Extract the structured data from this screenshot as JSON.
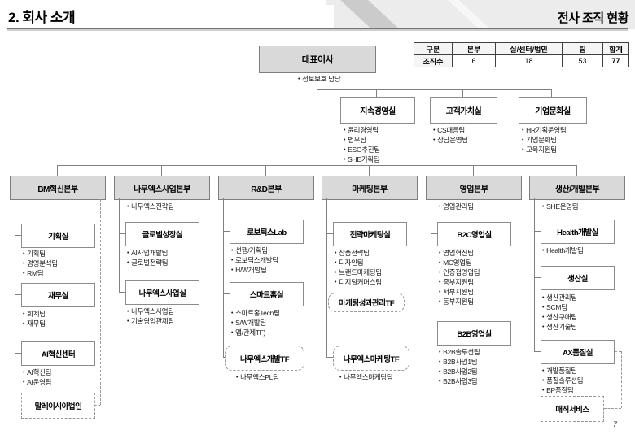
{
  "slide": {
    "section_title": "2. 회사 소개",
    "page_title": "전사 조직 현황",
    "page_number": "7"
  },
  "summary_table": {
    "headers": [
      "구분",
      "본부",
      "실/센터/법인",
      "팀",
      "합계"
    ],
    "row_label": "조직수",
    "values": [
      "6",
      "18",
      "53",
      "77"
    ]
  },
  "ceo": {
    "label": "대표이사",
    "note": "정보보호 담당"
  },
  "staff_offices": [
    {
      "label": "지속경영실",
      "teams": [
        "윤리경영팀",
        "법무팀",
        "ESG추진팀",
        "SHE기획팀"
      ]
    },
    {
      "label": "고객가치실",
      "teams": [
        "CS대응팀",
        "상담운영팀"
      ]
    },
    {
      "label": "기업문화실",
      "teams": [
        "HR기획운영팀",
        "기업문화팀",
        "교육지원팀"
      ]
    }
  ],
  "divisions": [
    {
      "label": "BM혁신본부",
      "units": [
        {
          "label": "기획실",
          "teams": [
            "기획팀",
            "경영분석팀",
            "RM팀"
          ]
        },
        {
          "label": "재무실",
          "teams": [
            "회계팀",
            "재무팀"
          ]
        },
        {
          "label": "AI혁신센터",
          "teams": [
            "AI혁신팀",
            "AI운영팀"
          ]
        },
        {
          "label": "말레이시아법인",
          "teams": []
        }
      ]
    },
    {
      "label": "나무엑스사업본부",
      "note": "나무엑스전략팀",
      "units": [
        {
          "label": "글로벌성장실",
          "teams": [
            "AI사업개발팀",
            "글로벌전략팀"
          ]
        },
        {
          "label": "나무엑스사업실",
          "teams": [
            "나무엑스사업팀",
            "기술영업관제팀"
          ]
        }
      ]
    },
    {
      "label": "R&D본부",
      "units": [
        {
          "label": "로보틱스Lab",
          "teams": [
            "선행/기획팀",
            "로보틱스개발팀",
            "H/W개발팀"
          ]
        },
        {
          "label": "스마트홈실",
          "teams": [
            "스마트홈Tech팀",
            "S/W개발팀",
            "앱/관제TF)"
          ]
        },
        {
          "label": "나무엑스개발TF",
          "teams": [
            "나무엑스PL팀"
          ]
        }
      ]
    },
    {
      "label": "마케팅본부",
      "units": [
        {
          "label": "전략마케팅실",
          "teams": [
            "상품전략팀",
            "디자인팀",
            "브랜드마케팅팀",
            "디지털커머스팀"
          ]
        },
        {
          "label": "마케팅성과관리TF",
          "teams": []
        },
        {
          "label": "나무엑스마케팅TF",
          "teams": [
            "나무엑스마케팅팀"
          ]
        }
      ]
    },
    {
      "label": "영업본부",
      "note": "영업관리팀",
      "units": [
        {
          "label": "B2C영업실",
          "teams": [
            "영업혁신팀",
            "MC영업팀",
            "인증점영업팀",
            "중부지원팀",
            "서부지원팀",
            "동부지원팀"
          ]
        },
        {
          "label": "B2B영업실",
          "teams": [
            "B2B솔루션팀",
            "B2B사업1팀",
            "B2B사업2팀",
            "B2B사업3팀"
          ]
        }
      ]
    },
    {
      "label": "생산/개발본부",
      "note": "SHE운영팀",
      "units": [
        {
          "label": "Health개발실",
          "teams": [
            "Health개발팀"
          ]
        },
        {
          "label": "생산실",
          "teams": [
            "생산관리팀",
            "SCM팀",
            "생산구매팀",
            "생산기술팀"
          ]
        },
        {
          "label": "AX품질실",
          "teams": [
            "개발품질팀",
            "품질솔루션팀",
            "BP품질팀"
          ]
        },
        {
          "label": "매직서비스",
          "teams": []
        }
      ]
    }
  ]
}
